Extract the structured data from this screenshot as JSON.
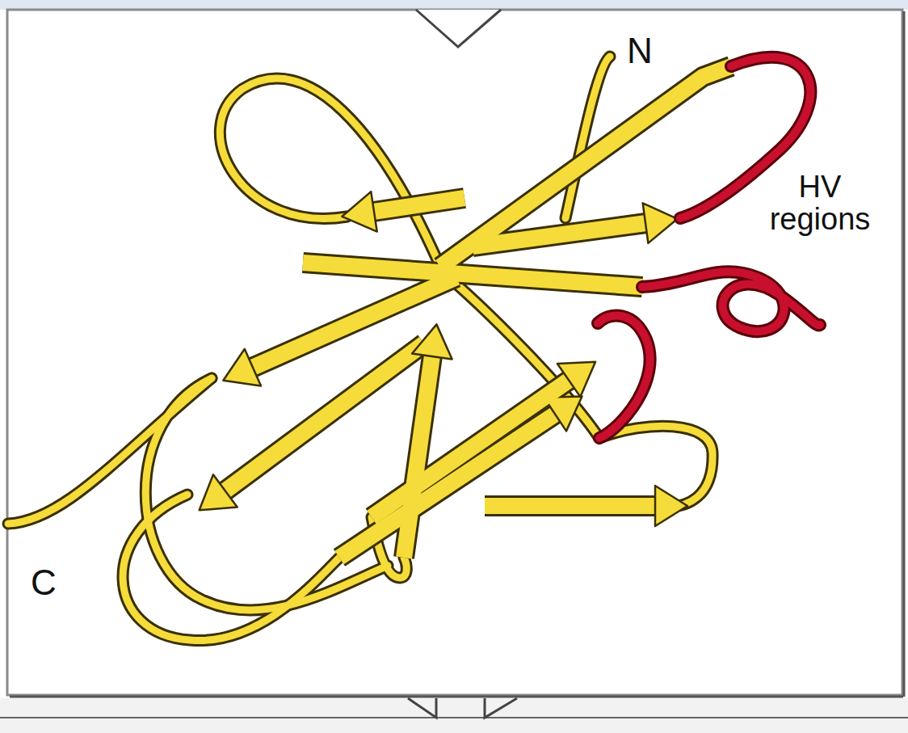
{
  "diagram": {
    "labels": [
      "N",
      "HV regions",
      "C"
    ]
  }
}
